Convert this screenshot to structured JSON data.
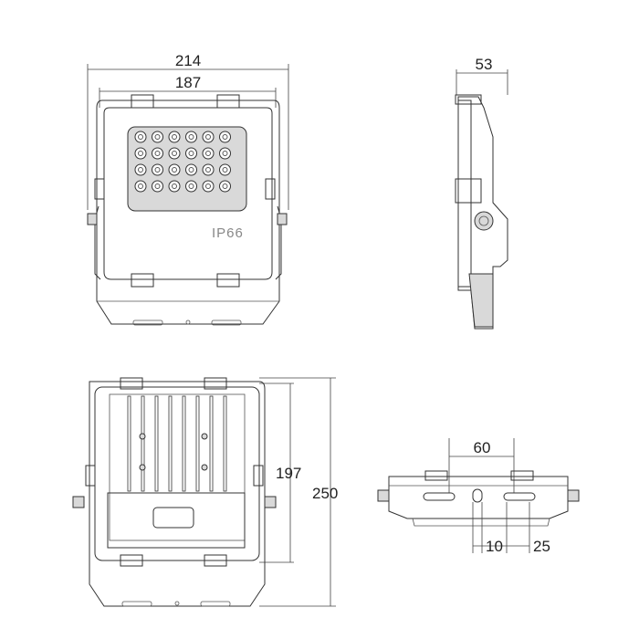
{
  "front_view": {
    "overall_width_label": "214",
    "housing_width_label": "187",
    "rating_label": "IP66",
    "led_grid": {
      "rows": 4,
      "cols": 6
    }
  },
  "side_view": {
    "depth_label": "53"
  },
  "back_view": {
    "housing_height_label": "197",
    "overall_height_label": "250"
  },
  "bottom_view": {
    "slot_spacing_label": "60",
    "hole_width_label": "10",
    "slot_width_label": "25"
  },
  "colors": {
    "line": "#333333",
    "fill": "#d9d9d9",
    "background": "#ffffff"
  }
}
